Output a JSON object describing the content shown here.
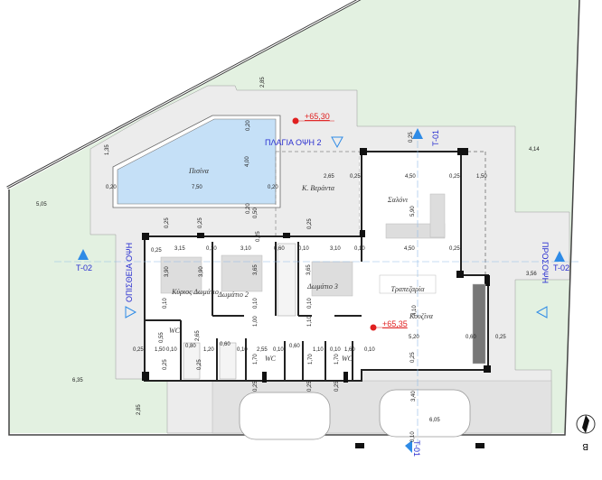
{
  "colors": {
    "grass": "#e3f1e1",
    "paving": "#ececec",
    "pool": "#c5e0f7",
    "wall": "#111111",
    "section": "#2e8be6",
    "label_blue": "#2a2fd0",
    "level_red": "#e02020"
  },
  "rooms": {
    "pool": "Πισίνα",
    "veranda": "Κ. Βεράντα",
    "living": "Σαλόνι",
    "dining": "Τραπεζαρία",
    "kitchen": "Κουζίνα",
    "master": "Κύριος Δωμάτιο",
    "bed2": "Δωμάτιο 2",
    "bed3": "Δωμάτιο 3",
    "wc1": "WC",
    "wc2": "WC",
    "wc3": "WC"
  },
  "levels": {
    "top": "+65,30",
    "center": "+65,35"
  },
  "elevations": {
    "side2": "ΠΛΑΓΙΑ ΟΨΗ 2",
    "rear": "ΟΠΙΣΘΕΙΑ ΟΨΗ",
    "front": "ΠΡΟΣΟΨΗ"
  },
  "sections": {
    "t01_top": "T-01",
    "t02_left": "T-02",
    "t02_right": "T-02",
    "t01_bottom": "T-01"
  },
  "north_label": "B",
  "dimensions": [
    "2,85",
    "1,35",
    "0,20",
    "7,50",
    "0,20",
    "4,00",
    "0,20",
    "0,20",
    "0,50",
    "0,25",
    "0,25",
    "0,25",
    "2,65",
    "0,25",
    "4,50",
    "0,25",
    "1,50",
    "0,25",
    "4,14",
    "5,05",
    "5,90",
    "4,50",
    "0,25",
    "3,56",
    "0,25",
    "3,15",
    "0,10",
    "3,10",
    "0,25",
    "0,60",
    "0,10",
    "3,10",
    "0,10",
    "3,90",
    "3,90",
    "3,65",
    "3,65",
    "4,10",
    "5,20",
    "0,60",
    "0,25",
    "0,10",
    "0,10",
    "0,10",
    "1,00",
    "1,10",
    "0,55",
    "2,65",
    "0,25",
    "1,50",
    "0,10",
    "0,80",
    "1,20",
    "0,60",
    "0,10",
    "2,55",
    "0,10",
    "0,60",
    "1,10",
    "0,10",
    "1,60",
    "0,10",
    "0,25",
    "0,25",
    "1,70",
    "1,70",
    "1,70",
    "0,25",
    "0,25",
    "0,25",
    "0,25",
    "6,35",
    "2,85",
    "3,40",
    "6,05",
    "0,10"
  ]
}
